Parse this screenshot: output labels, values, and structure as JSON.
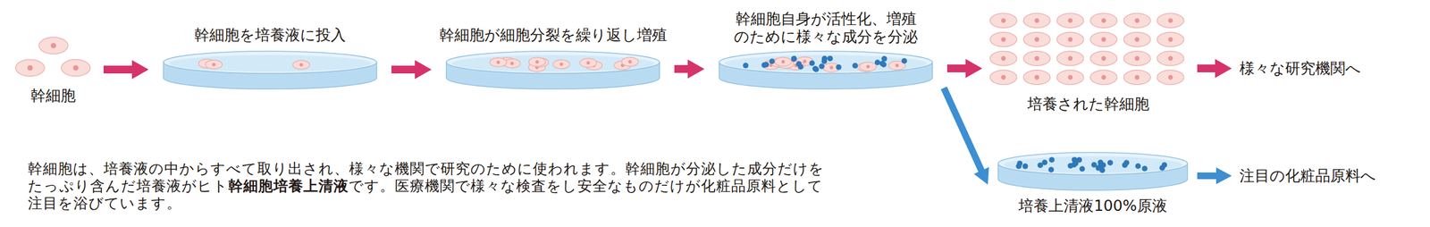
{
  "diagram": {
    "nodes": [
      {
        "text": [
          "幹細胞"
        ]
      },
      {
        "text": [
          "幹細胞を培養液に投入"
        ]
      },
      {
        "text": [
          "幹細胞が細胞分裂を繰り返し増殖"
        ]
      },
      {
        "text": [
          "幹細胞自身が活性化、増殖 のために様々な成分を分泌"
        ]
      },
      {
        "text": [
          "培養された幹細胞"
        ]
      },
      {
        "text": [
          "培養上清液100%原液"
        ]
      }
    ],
    "edges": [
      {
        "from": 0,
        "to": 1,
        "arrow": "to"
      },
      {
        "from": 1,
        "to": 2,
        "arrow": "to"
      },
      {
        "from": 2,
        "to": 3,
        "arrow": "to"
      },
      {
        "from": 3,
        "to": 4,
        "arrow": "to"
      },
      {
        "from": 3,
        "to": 5,
        "arrow": "to"
      }
    ],
    "labels": [
      "様々な研究機関へ",
      "注目の化粧品原料へ",
      "幹細胞は、培養液の中からすべて取り出され、様々な機関で研究のために使われます。幹細胞が分泌した成分だけを たっぷり含んだ培養液がヒト",
      "幹細胞培養上清液",
      "です。医療機関で様々な検査をし安全なものだけが化粧品原料として 注目を浴びています。"
    ]
  }
}
